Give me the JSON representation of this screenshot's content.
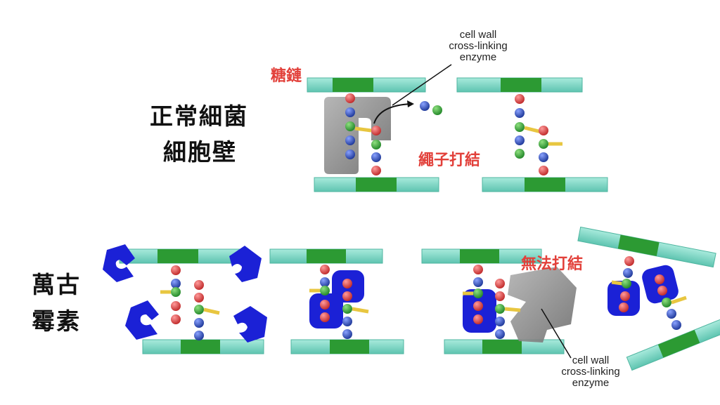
{
  "labels": {
    "normal_line1": "正常細菌",
    "normal_line2": "細胞壁",
    "vanco_line1": "萬古",
    "vanco_line2": "霉素",
    "sugar_chain": "糖鏈",
    "rope_tied": "繩子打結",
    "cannot_tie": "無法打結"
  },
  "enzyme_label_top": [
    "cell wall",
    "cross-linking",
    "enzyme"
  ],
  "enzyme_label_bottom": [
    "cell wall",
    "cross-linking",
    "enzyme"
  ],
  "colors": {
    "strand": "#7fd8c7",
    "strand_dark": "#2c9a33",
    "bead_red": "#cf3a3a",
    "bead_blue": "#2d47a8",
    "bead_green": "#2f9b34",
    "crosslink": "#e8c640",
    "vancomycin": "#1b21d6",
    "enzyme": "#8d8d8d",
    "label_red": "#e2403a"
  }
}
